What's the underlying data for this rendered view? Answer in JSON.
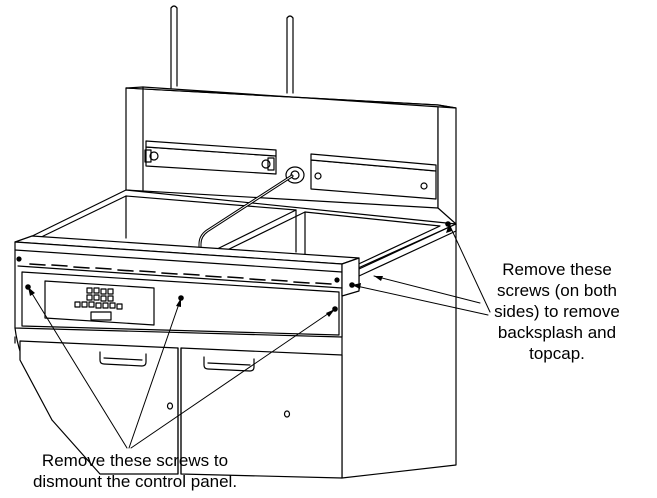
{
  "callouts": {
    "backsplash": {
      "lines": [
        "Remove these",
        "screws (on both",
        "sides) to remove",
        "backsplash and",
        "topcap."
      ]
    },
    "control_panel": {
      "lines": [
        "Remove these screws to",
        "dismount the control panel."
      ]
    }
  },
  "colors": {
    "line": "#000000",
    "background": "#ffffff"
  }
}
